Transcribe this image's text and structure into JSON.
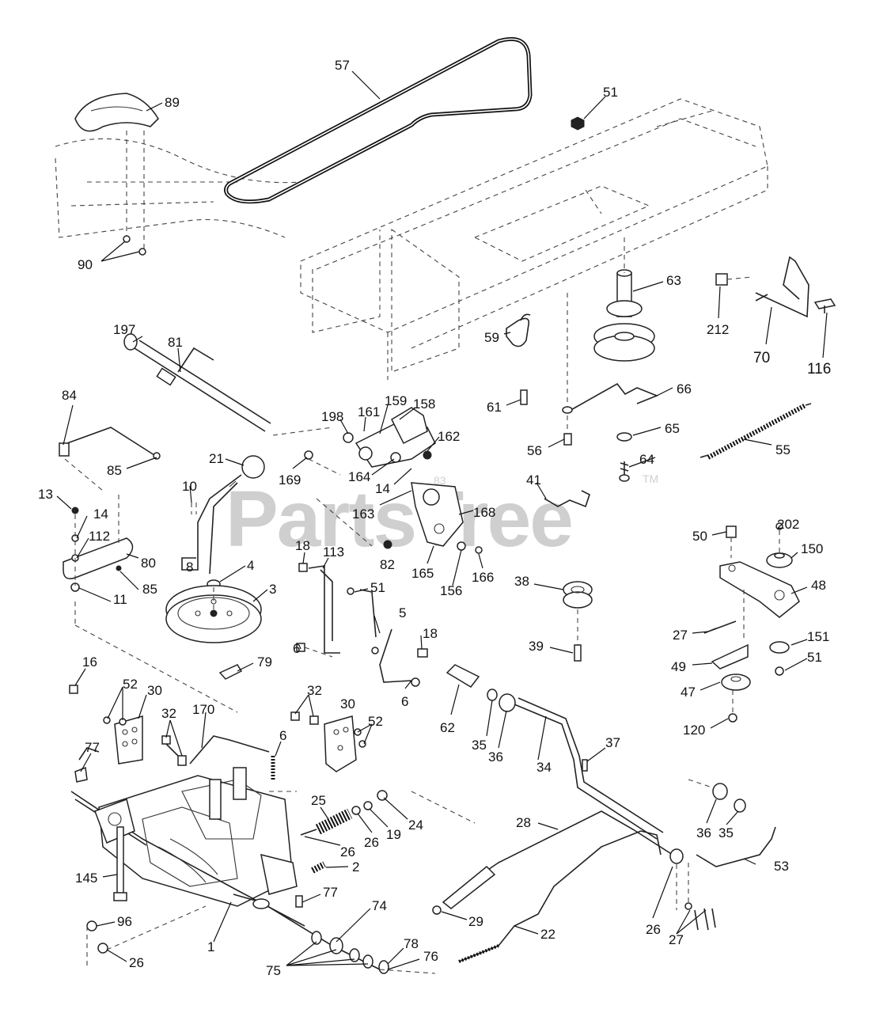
{
  "watermark": {
    "text": "PartsTree",
    "trademark": "TM"
  },
  "labels": [
    {
      "id": "l57",
      "text": "57"
    },
    {
      "id": "l89",
      "text": "89"
    },
    {
      "id": "l51a",
      "text": "51"
    },
    {
      "id": "l90",
      "text": "90"
    },
    {
      "id": "l63",
      "text": "63"
    },
    {
      "id": "l212",
      "text": "212"
    },
    {
      "id": "l70",
      "text": "70"
    },
    {
      "id": "l116",
      "text": "116"
    },
    {
      "id": "l197",
      "text": "197"
    },
    {
      "id": "l81",
      "text": "81"
    },
    {
      "id": "l59",
      "text": "59"
    },
    {
      "id": "l84",
      "text": "84"
    },
    {
      "id": "l198",
      "text": "198"
    },
    {
      "id": "l161",
      "text": "161"
    },
    {
      "id": "l159",
      "text": "159"
    },
    {
      "id": "l158",
      "text": "158"
    },
    {
      "id": "l61",
      "text": "61"
    },
    {
      "id": "l66",
      "text": "66"
    },
    {
      "id": "l162",
      "text": "162"
    },
    {
      "id": "l65",
      "text": "65"
    },
    {
      "id": "l56",
      "text": "56"
    },
    {
      "id": "l55",
      "text": "55"
    },
    {
      "id": "l21",
      "text": "21"
    },
    {
      "id": "l85a",
      "text": "85"
    },
    {
      "id": "l169",
      "text": "169"
    },
    {
      "id": "l164",
      "text": "164"
    },
    {
      "id": "l14a",
      "text": "14"
    },
    {
      "id": "l83",
      "text": "83"
    },
    {
      "id": "l64",
      "text": "64"
    },
    {
      "id": "l41",
      "text": "41"
    },
    {
      "id": "l13",
      "text": "13"
    },
    {
      "id": "l10",
      "text": "10"
    },
    {
      "id": "l14b",
      "text": "14"
    },
    {
      "id": "l163",
      "text": "163"
    },
    {
      "id": "l168",
      "text": "168"
    },
    {
      "id": "l112",
      "text": "112"
    },
    {
      "id": "l50",
      "text": "50"
    },
    {
      "id": "l202",
      "text": "202"
    },
    {
      "id": "l80",
      "text": "80"
    },
    {
      "id": "l18a",
      "text": "18"
    },
    {
      "id": "l113",
      "text": "113"
    },
    {
      "id": "l8",
      "text": "8"
    },
    {
      "id": "l82",
      "text": "82"
    },
    {
      "id": "l150",
      "text": "150"
    },
    {
      "id": "l4",
      "text": "4"
    },
    {
      "id": "l165",
      "text": "165"
    },
    {
      "id": "l166",
      "text": "166"
    },
    {
      "id": "l85b",
      "text": "85"
    },
    {
      "id": "l3",
      "text": "3"
    },
    {
      "id": "l38",
      "text": "38"
    },
    {
      "id": "l156",
      "text": "156"
    },
    {
      "id": "l48",
      "text": "48"
    },
    {
      "id": "l11",
      "text": "11"
    },
    {
      "id": "l51b",
      "text": "51"
    },
    {
      "id": "l5",
      "text": "5"
    },
    {
      "id": "l27a",
      "text": "27"
    },
    {
      "id": "l151",
      "text": "151"
    },
    {
      "id": "l6a",
      "text": "6"
    },
    {
      "id": "l18b",
      "text": "18"
    },
    {
      "id": "l39",
      "text": "39"
    },
    {
      "id": "l51c",
      "text": "51"
    },
    {
      "id": "l16",
      "text": "16"
    },
    {
      "id": "l79",
      "text": "79"
    },
    {
      "id": "l49",
      "text": "49"
    },
    {
      "id": "l52a",
      "text": "52"
    },
    {
      "id": "l30a",
      "text": "30"
    },
    {
      "id": "l6b",
      "text": "6"
    },
    {
      "id": "l47",
      "text": "47"
    },
    {
      "id": "l32a",
      "text": "32"
    },
    {
      "id": "l62",
      "text": "62"
    },
    {
      "id": "l32b",
      "text": "32"
    },
    {
      "id": "l30b",
      "text": "30"
    },
    {
      "id": "l170",
      "text": "170"
    },
    {
      "id": "l52b",
      "text": "52"
    },
    {
      "id": "l120",
      "text": "120"
    },
    {
      "id": "l35a",
      "text": "35"
    },
    {
      "id": "l36a",
      "text": "36"
    },
    {
      "id": "l6c",
      "text": "6"
    },
    {
      "id": "l37",
      "text": "37"
    },
    {
      "id": "l77a",
      "text": "77"
    },
    {
      "id": "l34",
      "text": "34"
    },
    {
      "id": "l25",
      "text": "25"
    },
    {
      "id": "l24",
      "text": "24"
    },
    {
      "id": "l28",
      "text": "28"
    },
    {
      "id": "l26a",
      "text": "26"
    },
    {
      "id": "l19",
      "text": "19"
    },
    {
      "id": "l36b",
      "text": "36"
    },
    {
      "id": "l35b",
      "text": "35"
    },
    {
      "id": "l26b",
      "text": "26"
    },
    {
      "id": "l53",
      "text": "53"
    },
    {
      "id": "l2",
      "text": "2"
    },
    {
      "id": "l145",
      "text": "145"
    },
    {
      "id": "l77b",
      "text": "77"
    },
    {
      "id": "l74",
      "text": "74"
    },
    {
      "id": "l29",
      "text": "29"
    },
    {
      "id": "l26c",
      "text": "26"
    },
    {
      "id": "l96",
      "text": "96"
    },
    {
      "id": "l22",
      "text": "22"
    },
    {
      "id": "l78",
      "text": "78"
    },
    {
      "id": "l76",
      "text": "76"
    },
    {
      "id": "l27b",
      "text": "27"
    },
    {
      "id": "l1",
      "text": "1"
    },
    {
      "id": "l26d",
      "text": "26"
    },
    {
      "id": "l75",
      "text": "75"
    }
  ]
}
